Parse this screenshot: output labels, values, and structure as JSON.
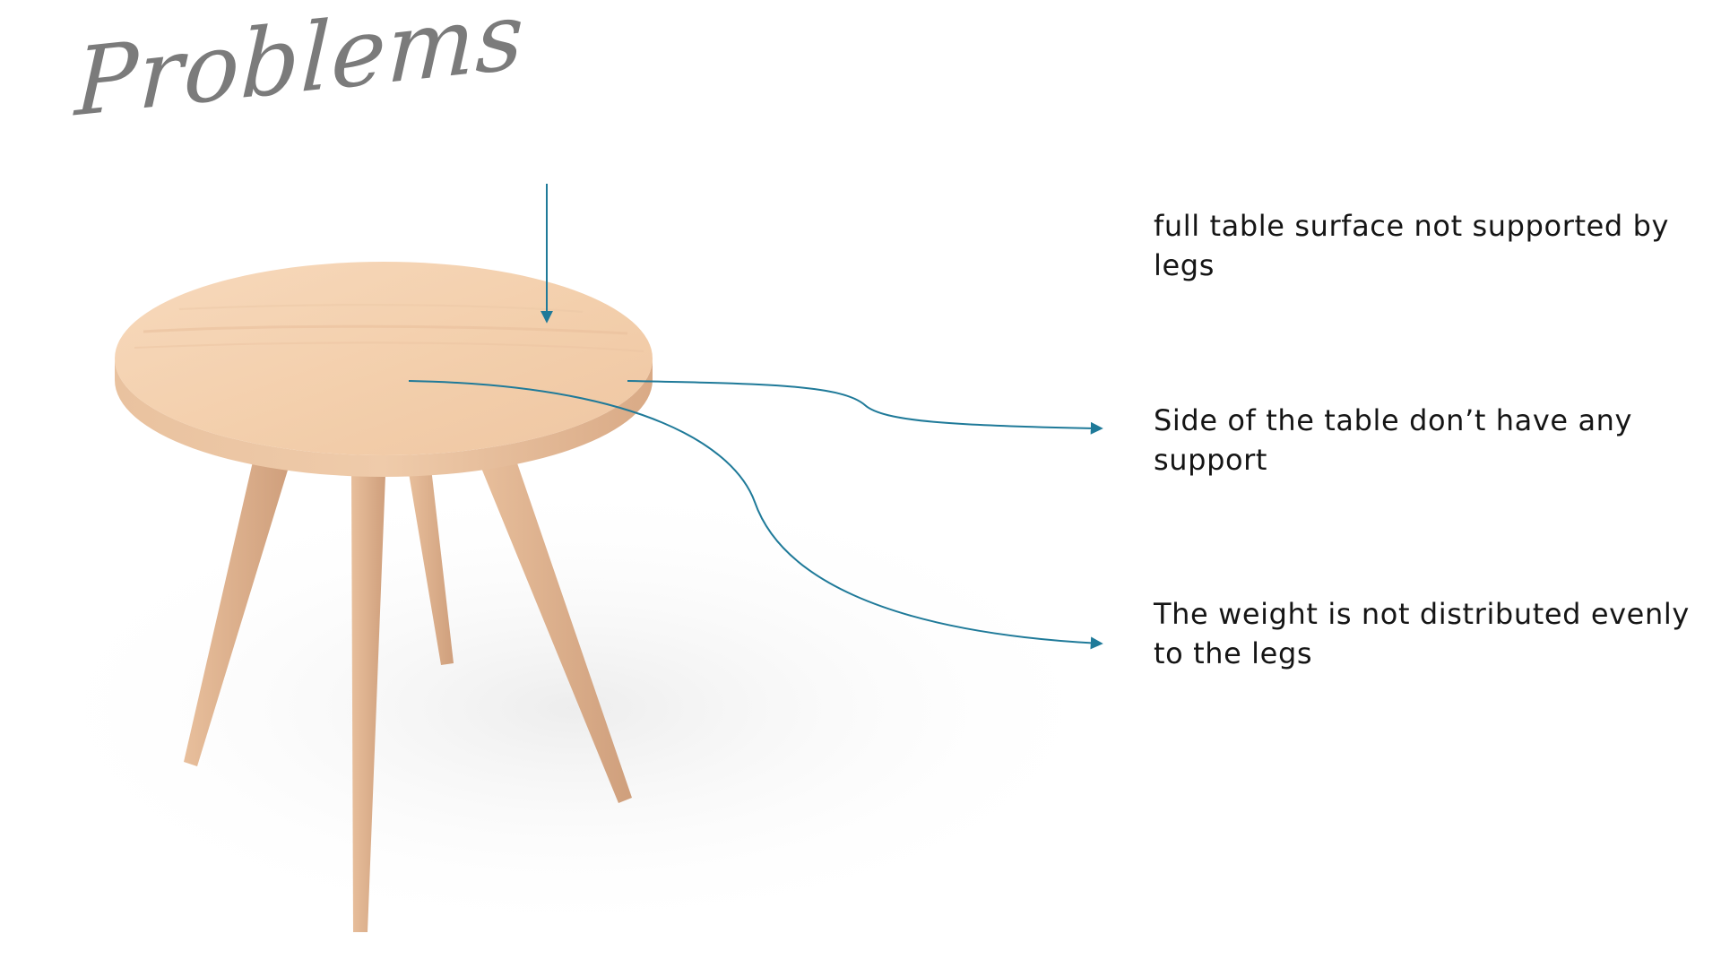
{
  "slide": {
    "title": "Problems",
    "problems": [
      "full table surface not supported by legs",
      "Side of the table don’t have any support",
      "The weight is not distributed evenly to the legs"
    ]
  },
  "colors": {
    "title": "#7b7b7b",
    "text": "#151515",
    "arrow": "#1f7a99",
    "wood_top": "#f4d1b0",
    "wood_edge": "#e6bc98",
    "wood_leg": "#dfb190"
  },
  "icons": [
    "arrow-down-icon",
    "arrow-right-icon"
  ]
}
